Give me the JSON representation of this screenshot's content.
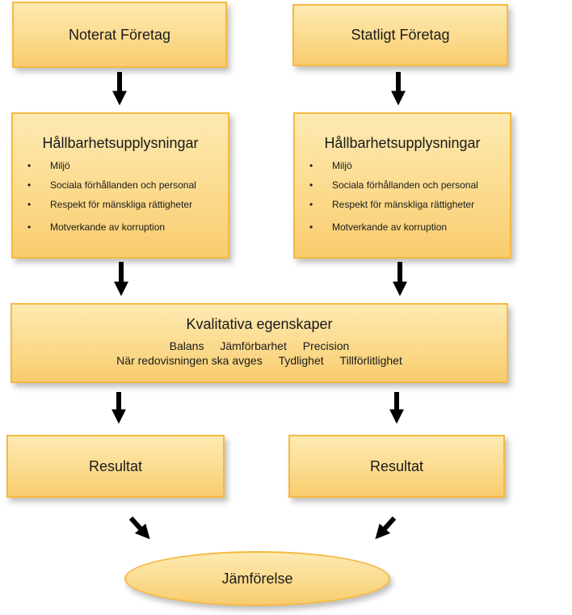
{
  "top_left": {
    "label": "Noterat Företag"
  },
  "top_right": {
    "label": "Statligt Företag"
  },
  "disclosure_left": {
    "title": "Hållbarhetsupplysningar",
    "items": [
      "Miljö",
      "Sociala förhållanden och personal",
      "Respekt för mänskliga rättigheter",
      "Motverkande av korruption"
    ]
  },
  "disclosure_right": {
    "title": "Hållbarhetsupplysningar",
    "items": [
      "Miljö",
      "Sociala förhållanden och personal",
      "Respekt för mänskliga rättigheter",
      "Motverkande av korruption"
    ]
  },
  "qualitative": {
    "title": "Kvalitativa egenskaper",
    "row1": [
      "Balans",
      "Jämförbarhet",
      "Precision"
    ],
    "row2": [
      "När redovisningen ska avges",
      "Tydlighet",
      "Tillförlitlighet"
    ]
  },
  "result_left": {
    "label": "Resultat"
  },
  "result_right": {
    "label": "Resultat"
  },
  "comparison": {
    "label": "Jämförelse"
  },
  "colors": {
    "fill": "#fbd98a",
    "border": "#f5b942",
    "arrow": "#000000"
  }
}
